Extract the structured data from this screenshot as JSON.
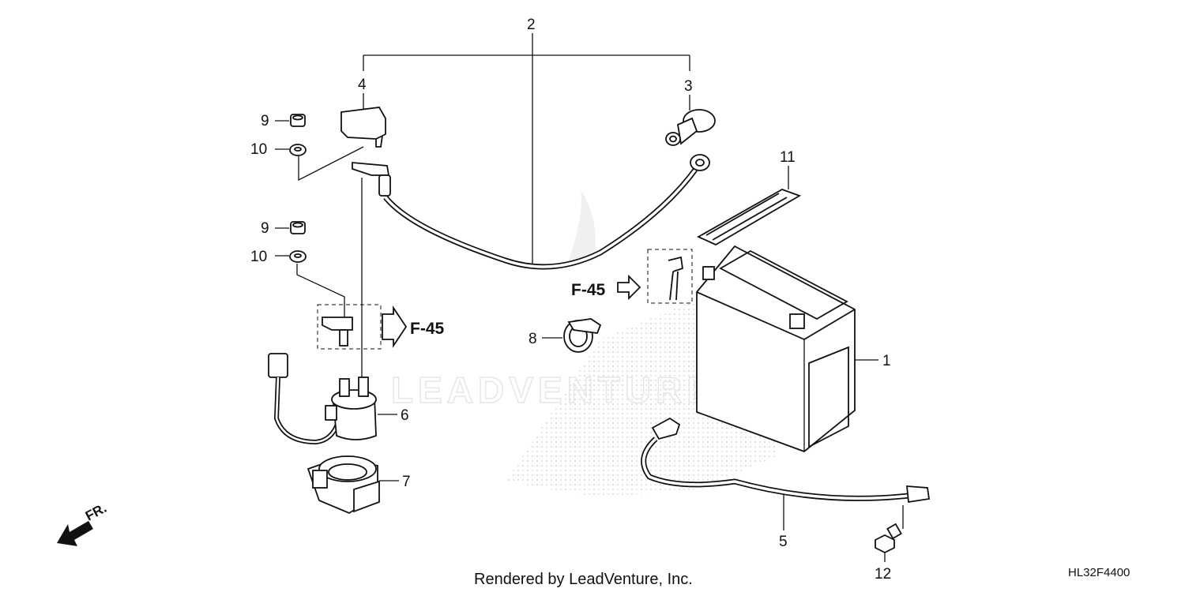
{
  "diagram": {
    "callouts": {
      "c1": "1",
      "c2": "2",
      "c3": "3",
      "c4": "4",
      "c5": "5",
      "c6": "6",
      "c7": "7",
      "c8": "8",
      "c9a": "9",
      "c9b": "9",
      "c10a": "10",
      "c10b": "10",
      "c11": "11",
      "c12": "12"
    },
    "references": {
      "ref_a": "F-45",
      "ref_b": "F-45"
    },
    "direction_label": "FR.",
    "watermark": "LEADVENTURE",
    "footer": "Rendered by LeadVenture, Inc.",
    "diagram_code": "HL32F4400"
  }
}
